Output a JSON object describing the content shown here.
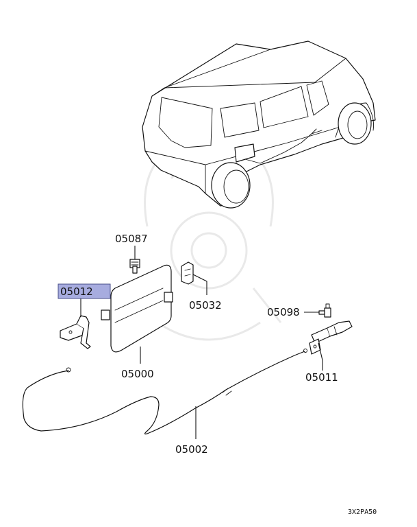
{
  "parts": [
    {
      "id": "p05087",
      "label": "05087",
      "highlighted": false
    },
    {
      "id": "p05012",
      "label": "05012",
      "highlighted": true
    },
    {
      "id": "p05032",
      "label": "05032",
      "highlighted": false
    },
    {
      "id": "p05000",
      "label": "05000",
      "highlighted": false
    },
    {
      "id": "p05098",
      "label": "05098",
      "highlighted": false
    },
    {
      "id": "p05011",
      "label": "05011",
      "highlighted": false
    },
    {
      "id": "p05002",
      "label": "05002",
      "highlighted": false
    }
  ],
  "diagram_code": "3X2PA50",
  "colors": {
    "highlight_fill": "#a7acdf",
    "highlight_border": "#4a4f8a",
    "line": "#111111",
    "watermark": "#e9e9e9"
  }
}
